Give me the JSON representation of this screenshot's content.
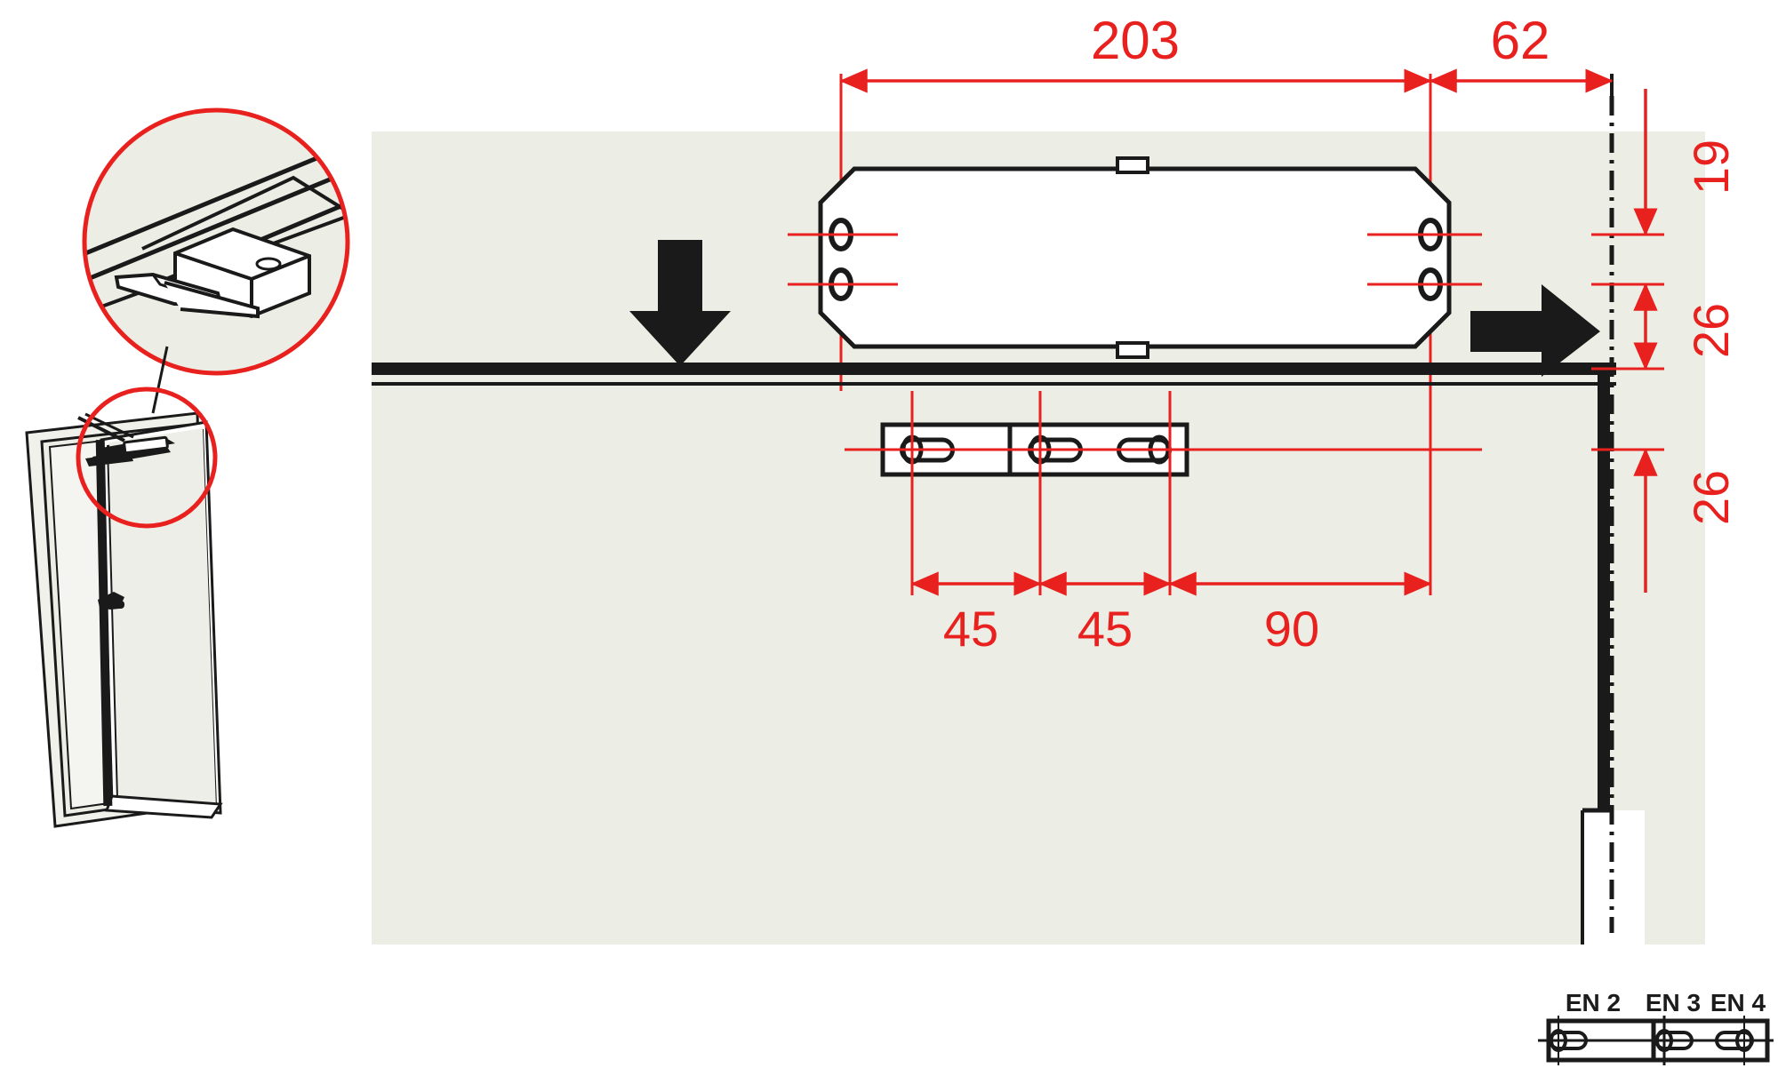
{
  "drawing": {
    "title": "door-closer-installation-template",
    "units": "mm",
    "colors": {
      "dimension": "#e8211f",
      "outline": "#1a1a1a",
      "panel": "#ecede4",
      "white": "#ffffff",
      "background": "#ffffff"
    }
  },
  "dimensions": {
    "horizontal_top": [
      {
        "id": "d-203",
        "label": "203",
        "orientation": "horizontal"
      },
      {
        "id": "d-62",
        "label": "62",
        "orientation": "horizontal"
      }
    ],
    "vertical_right": [
      {
        "id": "d-19",
        "label": "19",
        "orientation": "vertical"
      },
      {
        "id": "d-26a",
        "label": "26",
        "orientation": "vertical"
      },
      {
        "id": "d-26b",
        "label": "26",
        "orientation": "vertical"
      }
    ],
    "horizontal_bottom": [
      {
        "id": "d-45a",
        "label": "45",
        "orientation": "horizontal"
      },
      {
        "id": "d-45b",
        "label": "45",
        "orientation": "horizontal"
      },
      {
        "id": "d-90",
        "label": "90",
        "orientation": "horizontal"
      }
    ]
  },
  "legend": {
    "items": [
      {
        "id": "en2",
        "label": "EN 2"
      },
      {
        "id": "en3",
        "label": "EN 3"
      },
      {
        "id": "en4",
        "label": "EN 4"
      }
    ]
  },
  "views": {
    "detail_bubble": {
      "name": "closer-detail-callout"
    },
    "door_iso": {
      "name": "door-isometric-view"
    },
    "main_plan": {
      "name": "closer-mounting-plan-view"
    },
    "bracket_legend": {
      "name": "arm-bracket-legend"
    }
  },
  "markers": {
    "arrow_down": {
      "name": "door-leaf-direction-arrow"
    },
    "arrow_right": {
      "name": "hinge-side-direction-arrow"
    }
  }
}
